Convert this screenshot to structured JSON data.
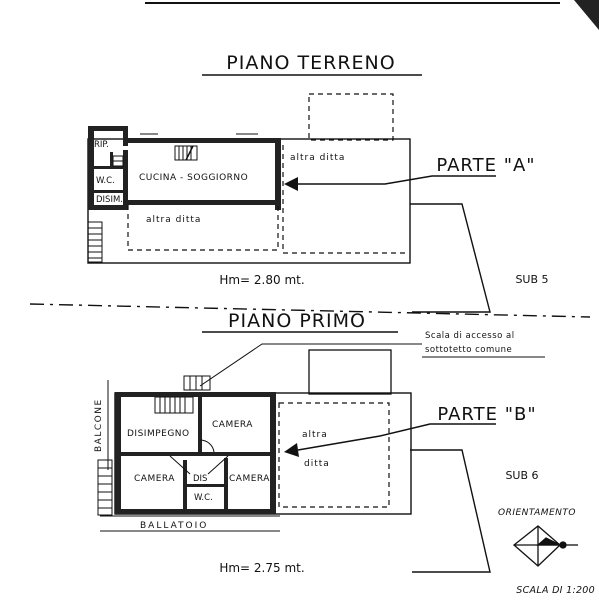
{
  "ground_floor": {
    "title": "PIANO TERRENO",
    "room_rip": "RIP.",
    "room_wc": "W.C.",
    "room_disim": "DISIM.",
    "room_kitchen_living": "CUCINA - SOGGIORNO",
    "other_company_1": "altra ditta",
    "other_company_2": "altra ditta",
    "part_label": "PARTE \"A\"",
    "height_label": "Hm= 2.80 mt.",
    "sub_label": "SUB 5"
  },
  "first_floor": {
    "title": "PIANO PRIMO",
    "stair_note_line1": "Scala di accesso al",
    "stair_note_line2": "sottotetto comune",
    "balcony_label": "BALCONE",
    "room_disimpegno": "DISIMPEGNO",
    "room_camera_top": "CAMERA",
    "room_camera_left": "CAMERA",
    "room_camera_right": "CAMERA",
    "room_dis": "DIS",
    "room_wc": "W.C.",
    "other_company_line1": "altra",
    "other_company_line2": "ditta",
    "ballatoio_label": "BALLATOIO",
    "part_label": "PARTE \"B\"",
    "height_label": "Hm= 2.75 mt.",
    "sub_label": "SUB 6"
  },
  "legend": {
    "orientation_label": "ORIENTAMENTO",
    "scale_label": "SCALA DI 1:200"
  },
  "colors": {
    "ink": "#111111",
    "paper": "#ffffff"
  }
}
